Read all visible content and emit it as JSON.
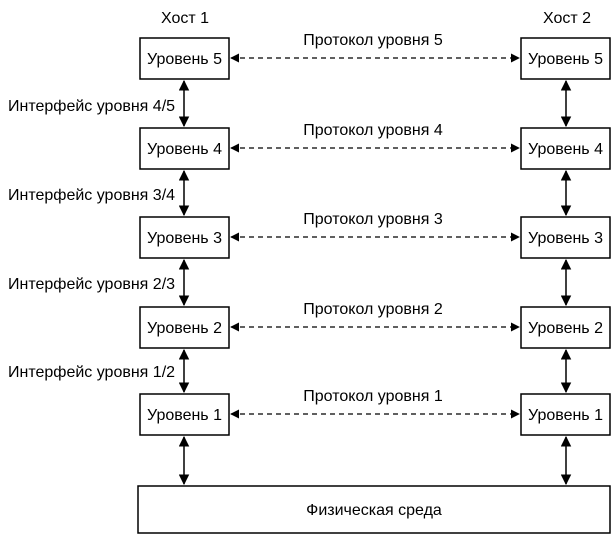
{
  "hosts": [
    "Хост 1",
    "Хост 2"
  ],
  "layers": [
    {
      "label": "Уровень 5",
      "protocol": "Протокол уровня 5"
    },
    {
      "label": "Уровень 4",
      "protocol": "Протокол уровня 4"
    },
    {
      "label": "Уровень 3",
      "protocol": "Протокол уровня 3"
    },
    {
      "label": "Уровень 2",
      "protocol": "Протокол уровня 2"
    },
    {
      "label": "Уровень 1",
      "protocol": "Протокол уровня 1"
    }
  ],
  "interfaces": [
    "Интерфейс уровня 4/5",
    "Интерфейс уровня 3/4",
    "Интерфейс уровня 2/3",
    "Интерфейс уровня 1/2"
  ],
  "medium": "Физическая среда"
}
